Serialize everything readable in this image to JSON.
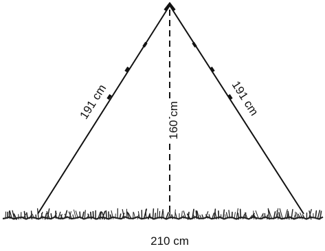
{
  "figure": {
    "left_side_label": "191 cm",
    "right_side_label": "191 cm",
    "height_label": "160 cm",
    "base_label": "210 cm"
  },
  "colors": {
    "line": "#111111",
    "grass": "#222222",
    "background": "#ffffff"
  }
}
